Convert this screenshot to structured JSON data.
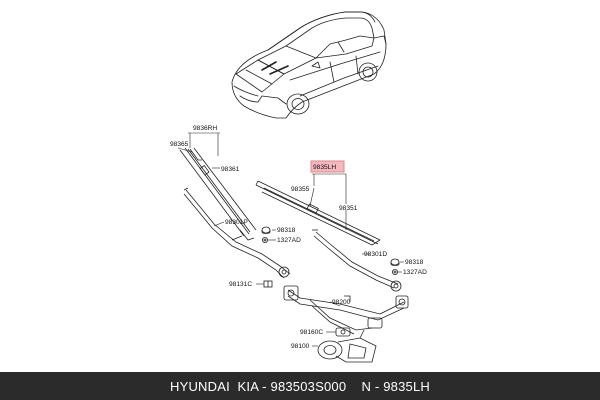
{
  "diagram": {
    "labels": {
      "p9836rh": "9836RH",
      "p98365": "98365",
      "p98361": "98361",
      "p9835lh": "9835LH",
      "p98355": "98355",
      "p98351": "98351",
      "p98301p": "98301P",
      "p98318_l": "98318",
      "p1327ad_l": "1327AD",
      "p98301d": "98301D",
      "p98318_r": "98318",
      "p1327ad_r": "1327AD",
      "p98131c": "98131C",
      "p98200": "98200",
      "p98160c": "98160C",
      "p98100": "98100"
    },
    "highlight_color": "#f5b8c0"
  },
  "footer": {
    "brand": "HYUNDAI  KIA - 983503S000",
    "part": "N - 9835LH"
  }
}
